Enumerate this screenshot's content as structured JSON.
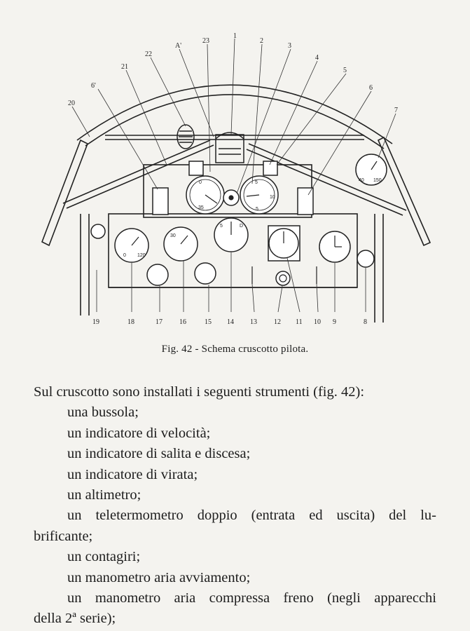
{
  "figure": {
    "caption": "Fig. 42 - Schema cruscotto pilota.",
    "top_labels": [
      "20",
      "6'",
      "21",
      "22",
      "A'",
      "23",
      "1",
      "2",
      "3",
      "4",
      "5",
      "6",
      "7"
    ],
    "bottom_labels": [
      "19",
      "18",
      "17",
      "16",
      "15",
      "14",
      "13",
      "12",
      "11",
      "10",
      "9",
      "8"
    ]
  },
  "body": {
    "intro": "Sul cruscotto sono installati i seguenti strumenti (fig. 42):",
    "items": [
      "una bussola;",
      "un indicatore di velocità;",
      "un indicatore di salita e discesa;",
      "un indicatore di virata;",
      "un altimetro;"
    ],
    "tele_line1": "un teletermometro doppio (entrata ed uscita) del lu-",
    "tele_line2": "brificante;",
    "contagiri": "un contagiri;",
    "avviamento": "un manometro aria avviamento;",
    "freno_line1": "un manometro aria compressa freno (negli apparecchi",
    "freno_line2": "della 2ª serie);"
  }
}
